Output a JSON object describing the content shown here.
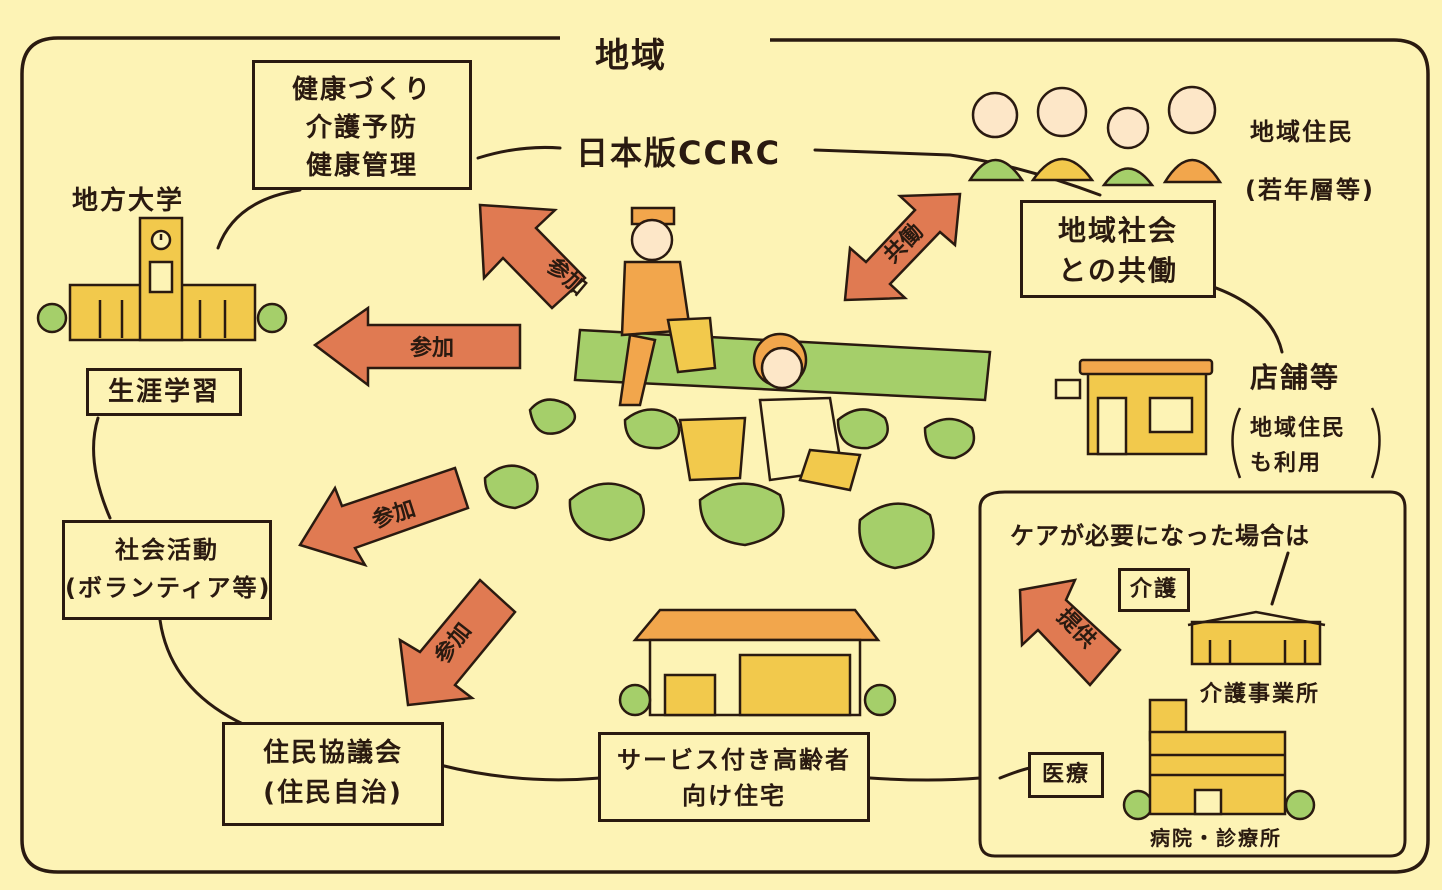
{
  "title": "地域",
  "center_label": "日本版CCRC",
  "health_box": [
    "健康づくり",
    "介護予防",
    "健康管理"
  ],
  "university": {
    "label": "地方大学",
    "box": "生涯学習"
  },
  "social_activity": [
    "社会活動",
    "(ボランティア等)"
  ],
  "council": [
    "住民協議会",
    "(住民自治)"
  ],
  "housing": [
    "サービス付き高齢者",
    "向け住宅"
  ],
  "residents": {
    "label": "地域住民",
    "sub": "(若年層等)"
  },
  "cooperation_box": [
    "地域社会",
    "との共働"
  ],
  "stores": {
    "label": "店舗等",
    "sub": [
      "地域住民",
      "も利用"
    ]
  },
  "care": {
    "heading": "ケアが必要になった場合は",
    "nursing_box": "介護",
    "nursing_office": "介護事業所",
    "medical_box": "医療",
    "hospital": "病院・診療所"
  },
  "arrow_labels": {
    "participate": "参加",
    "cooperate": "共働",
    "provide": "提供"
  },
  "colors": {
    "background": "#fdf3b5",
    "arrow": "#e07a52",
    "line": "#2a1a10",
    "building": "#f2c94c",
    "bush": "#a5cf6a"
  }
}
